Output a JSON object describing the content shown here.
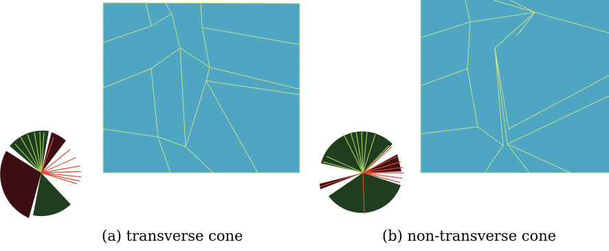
{
  "captions": {
    "a": "(a) transverse cone",
    "b": "(b) non-transverse cone"
  },
  "colors": {
    "background": "#ffffff",
    "mesh_fill": "#4ea6c3",
    "mesh_edge": "#c7e08a",
    "cone_green": "#203d1f",
    "cone_red": "#3e0f12",
    "arrow_green": "#a3d05a",
    "arrow_red": "#e0452e"
  },
  "panels": [
    {
      "id": "a",
      "label_key": "captions.a",
      "cone_type": "transverse"
    },
    {
      "id": "b",
      "label_key": "captions.b",
      "cone_type": "non-transverse"
    }
  ]
}
